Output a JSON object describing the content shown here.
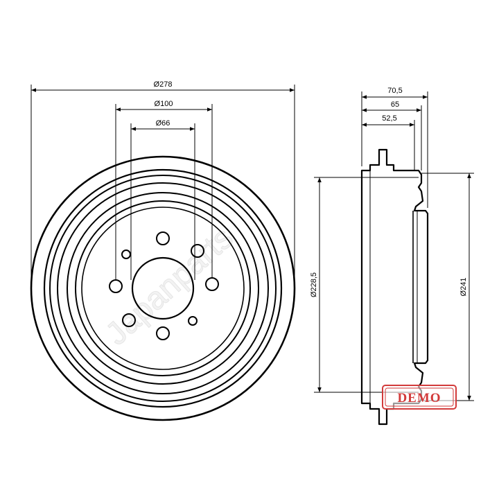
{
  "front_view": {
    "dim_outer": "Ø278",
    "dim_bolt_circle": "Ø100",
    "dim_center_hole": "Ø66"
  },
  "side_view": {
    "dim_width_total": "70,5",
    "dim_width_mid": "65",
    "dim_width_inner": "52,5",
    "dim_braking_diameter": "Ø228,5",
    "dim_outer_diameter": "Ø241"
  },
  "watermark": {
    "text": "Japanparts"
  },
  "stamp": {
    "text": "DEMO",
    "color": "#d23a3a"
  }
}
